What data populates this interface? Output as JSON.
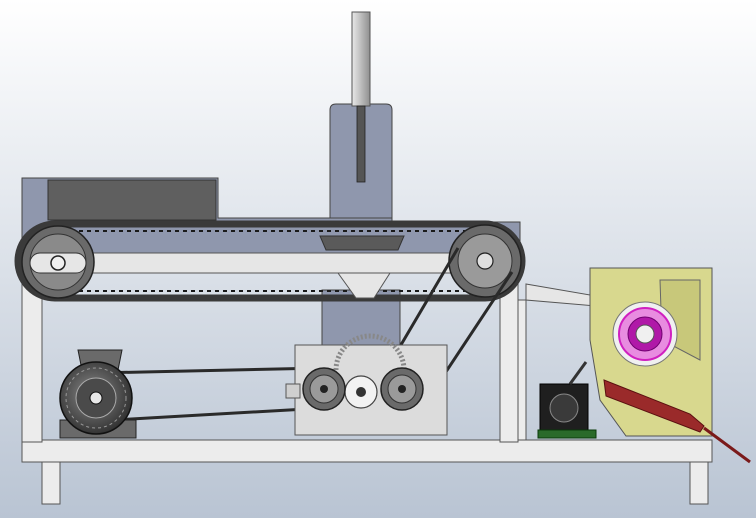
{
  "scene": {
    "kind": "cad-assembly-side-view",
    "colors": {
      "background_top": "#ffffff",
      "background_bottom": "#b9c4d3",
      "frame": "#ececec",
      "frame_edge": "#555555",
      "belt_housing": "#8f97ad",
      "belt": "#3a3a3a",
      "motor": "#5a5a5a",
      "gearbox": "#dcdcdc",
      "chute": "#d8d88e",
      "roller_magenta": "#d020c0",
      "blade_red": "#9a2a2a",
      "cylinder": "#d0d0d0"
    },
    "components": [
      "base-frame",
      "vertical-post",
      "top-housing",
      "lifting-rod",
      "conveyor-belt",
      "left-pulley",
      "right-pulley",
      "hopper",
      "electric-motor",
      "gearbox",
      "drive-pulley-left",
      "drive-pulley-right",
      "stepper-motor",
      "feed-chute",
      "feed-roller",
      "cutting-blade"
    ]
  }
}
